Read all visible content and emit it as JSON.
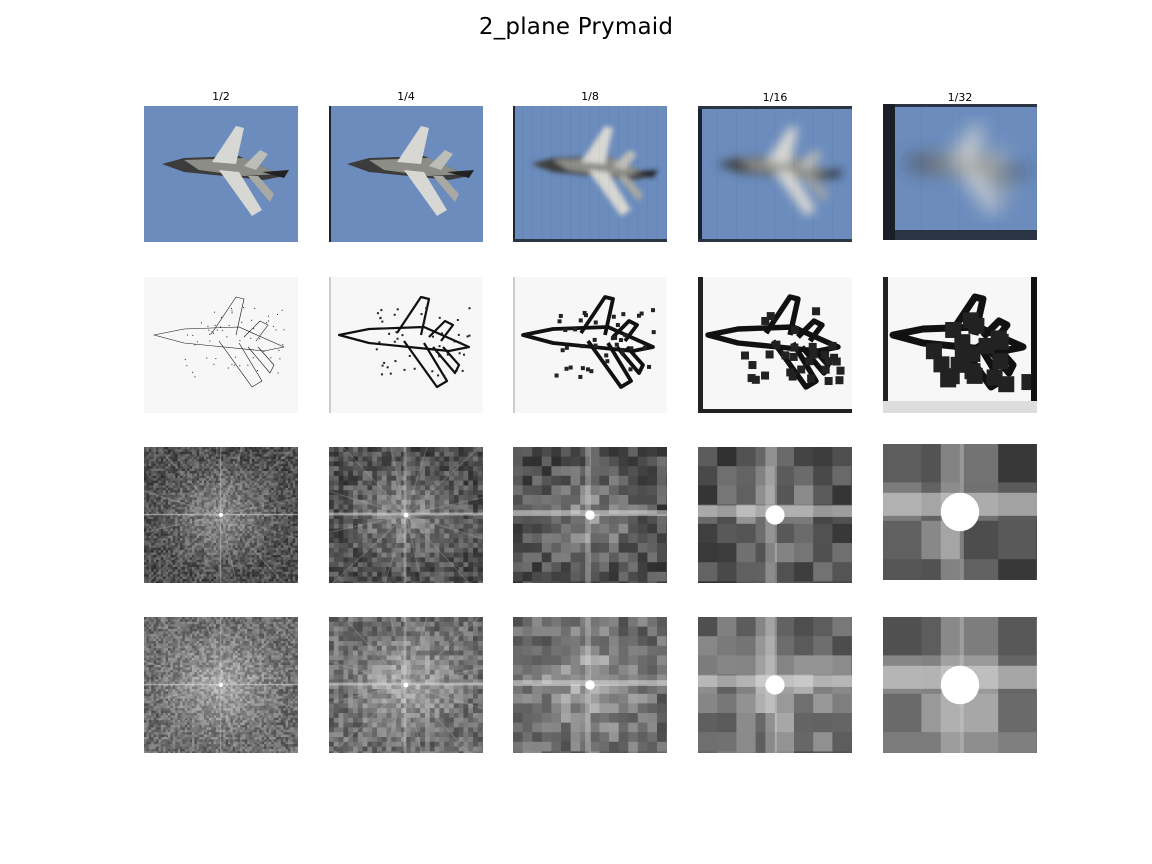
{
  "figure": {
    "title": "2_plane Prymaid",
    "columns": [
      "1/2",
      "1/4",
      "1/8",
      "1/16",
      "1/32"
    ],
    "rows": [
      {
        "kind": "image",
        "content": "downsampled-plane-photo"
      },
      {
        "kind": "image",
        "content": "edge-map"
      },
      {
        "kind": "image",
        "content": "fourier-magnitude-spectrum"
      },
      {
        "kind": "image",
        "content": "fourier-magnitude-spectrum-alt"
      }
    ]
  },
  "colors": {
    "sky": "#6b8cbd",
    "plane_light": "#d7d7d3",
    "plane_dark": "#3c3c3c"
  }
}
